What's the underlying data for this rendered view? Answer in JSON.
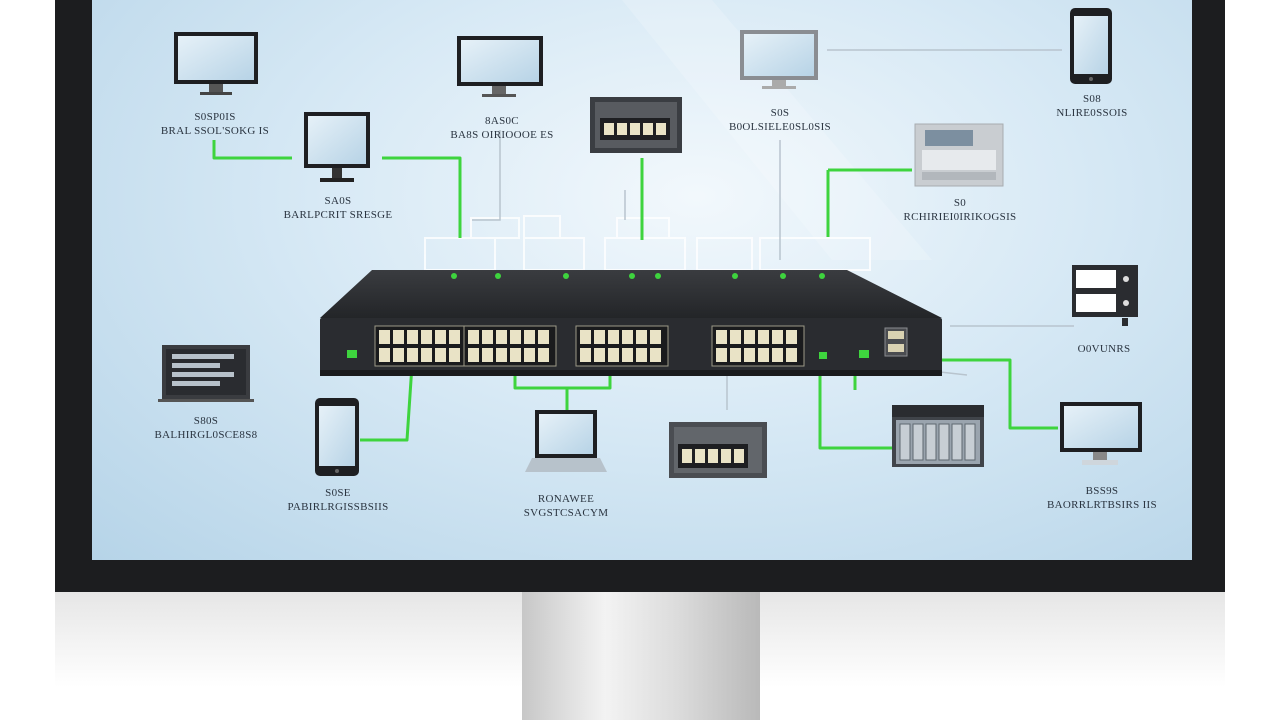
{
  "colors": {
    "screen_bg": "#d7e9f5",
    "bezel": "#1c1d1f",
    "cable": "#3ed43e",
    "device_frame": "#1e1f22",
    "switch_body": "#2e3033"
  },
  "labels": {
    "top_left": {
      "line1": "S0SP0IS",
      "line2": "BRAL SSOL'SOKG IS"
    },
    "top_mid_left": {
      "line1": "8AS0C",
      "line2": "BA8S OIRIOOOE ES"
    },
    "top_mid_right": {
      "line1": "S0S",
      "line2": "B0OLSIELE0SL0SIS"
    },
    "top_right": {
      "line1": "S08",
      "line2": "NLIRE0SSOIS"
    },
    "mid_left": {
      "line1": "SA0S",
      "line2": "BARLPCRIT SRESGE"
    },
    "mid_right": {
      "line1": "S0",
      "line2": "RCHIRIEI0IRIKOGSIS"
    },
    "right_server": {
      "line1": "O0VUNRS",
      "line2": ""
    },
    "laptop": {
      "line1": "S80S",
      "line2": "BALHIRGL0SCE8S8"
    },
    "phone": {
      "line1": "S0SE",
      "line2": "PABIRLRGISSBSIIS"
    },
    "bottom_laptop": {
      "line1": "RONAWEE",
      "line2": "SVGSTCSACYM"
    },
    "bottom_right": {
      "line1": "BSS9S",
      "line2": "BAORRLRTBSIRS IIS"
    }
  },
  "devices": [
    {
      "name": "monitor-top-left",
      "icon": "monitor-icon"
    },
    {
      "name": "monitor-top-mid",
      "icon": "monitor-icon"
    },
    {
      "name": "monitor-top-right",
      "icon": "monitor-icon"
    },
    {
      "name": "phone-top-right",
      "icon": "smartphone-icon"
    },
    {
      "name": "monitor-mid-left",
      "icon": "monitor-icon"
    },
    {
      "name": "small-switch-top",
      "icon": "switch-icon"
    },
    {
      "name": "router-top-right",
      "icon": "router-icon"
    },
    {
      "name": "server-right",
      "icon": "server-icon"
    },
    {
      "name": "laptop-left",
      "icon": "laptop-icon"
    },
    {
      "name": "phone-bottom-left",
      "icon": "smartphone-icon"
    },
    {
      "name": "laptop-bottom",
      "icon": "laptop-icon"
    },
    {
      "name": "small-switch-bottom",
      "icon": "switch-icon"
    },
    {
      "name": "nas-bottom-right",
      "icon": "storage-icon"
    },
    {
      "name": "monitor-bottom-right",
      "icon": "monitor-icon"
    },
    {
      "name": "core-switch",
      "icon": "network-switch-icon"
    }
  ]
}
